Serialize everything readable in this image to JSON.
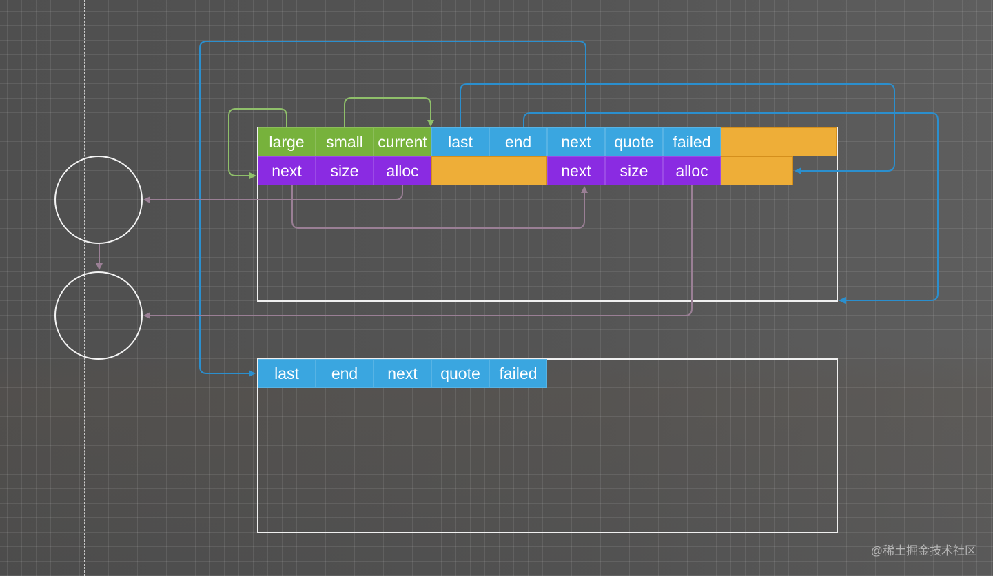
{
  "pool_row1": [
    "large",
    "small",
    "current",
    "last",
    "end",
    "next",
    "quote",
    "failed"
  ],
  "pool_row2": [
    "next",
    "size",
    "alloc",
    "next",
    "size",
    "alloc"
  ],
  "pool2_row": [
    "last",
    "end",
    "next",
    "quote",
    "failed"
  ],
  "watermark": "@稀土掘金技术社区",
  "colors": {
    "green": "#77b23c",
    "blue": "#3aa6e0",
    "purple": "#8a2be2",
    "orange": "#eeae38",
    "arrow_green": "#8fbf6a",
    "arrow_blue": "#2b8fce",
    "arrow_mauve": "#9a7f95"
  }
}
